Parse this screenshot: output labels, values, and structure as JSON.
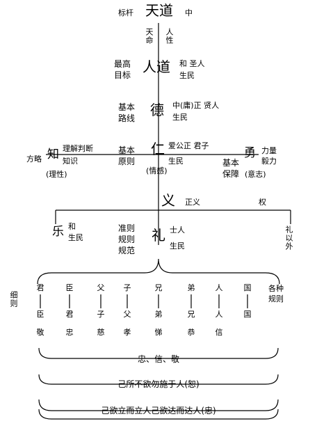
{
  "top": {
    "label_left": "标杆",
    "main": "天道",
    "label_right": "中"
  },
  "tianming": {
    "left": "天命",
    "right": "人性"
  },
  "rendao": {
    "label_left": "最高\n目标",
    "main": "人道",
    "right1": "和  圣人",
    "right2": "生民"
  },
  "de": {
    "label_left": "基本\n路线",
    "main": "德",
    "right1": "中(庸)正  贤人",
    "right2": "生民"
  },
  "ren": {
    "main": "仁",
    "sub": "(情感)",
    "label_left": "基本\n原则",
    "right1": "爱公正  君子",
    "right2": "生民"
  },
  "zhi": {
    "left_label": "方略",
    "main": "知",
    "above": "理解判断",
    "below": "知识",
    "note": "(理性)"
  },
  "yong": {
    "main": "勇",
    "right": "力量\n毅力",
    "label_left": "基本\n保障",
    "note": "(意志)"
  },
  "yi": {
    "main": "义",
    "right": "正义",
    "far_right": "权"
  },
  "yue": {
    "main": "乐",
    "right1": "和",
    "right2": "生民"
  },
  "li": {
    "main": "礼",
    "label_left": "准则\n规则\n规范",
    "right1": "士人",
    "right2": "生民"
  },
  "liwai": "礼以外",
  "xize": "细则",
  "pairs": [
    {
      "top": "君",
      "bottom": "臣",
      "virtue": "敬"
    },
    {
      "top": "臣",
      "bottom": "君",
      "virtue": "忠"
    },
    {
      "top": "父",
      "bottom": "子",
      "virtue": "慈"
    },
    {
      "top": "子",
      "bottom": "父",
      "virtue": "孝"
    },
    {
      "top": "兄",
      "bottom": "弟",
      "virtue": "悌"
    },
    {
      "top": "弟",
      "bottom": "兄",
      "virtue": "恭"
    },
    {
      "top": "人",
      "bottom": "人",
      "virtue": "信"
    },
    {
      "top": "国",
      "bottom": "国",
      "virtue": ""
    }
  ],
  "gezhong": "各种\n规则",
  "summary1": "忠、信、敬",
  "summary2": "己所不欲勿施于人(恕)",
  "summary3": "己欲立而立人己欲达而达人(忠)"
}
